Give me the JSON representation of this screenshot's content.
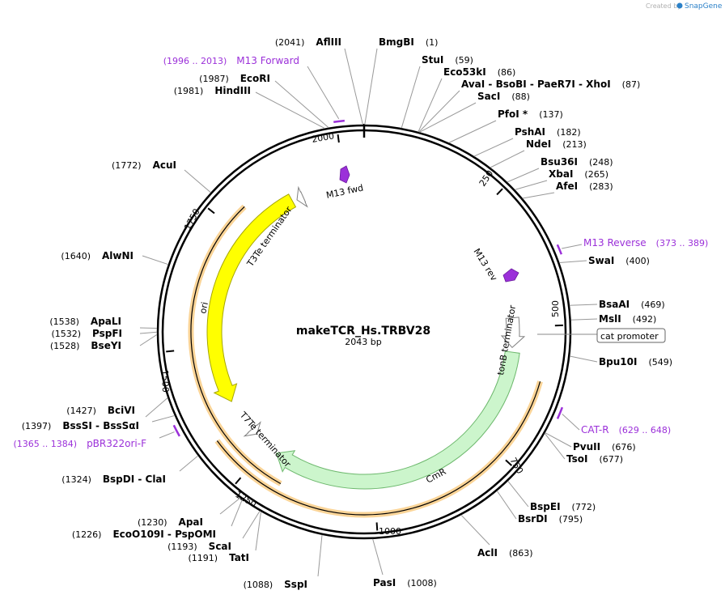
{
  "map": {
    "name": "makeTCR_Hs.TRBV28",
    "length_label": "2043 bp",
    "total_bp": 2043
  },
  "credit": {
    "prefix": "Created by",
    "brand": "SnapGene"
  },
  "ticks": [
    {
      "bp": 250,
      "label": "250"
    },
    {
      "bp": 500,
      "label": "500"
    },
    {
      "bp": 750,
      "label": "750"
    },
    {
      "bp": 1000,
      "label": "1000"
    },
    {
      "bp": 1250,
      "label": "1250"
    },
    {
      "bp": 1500,
      "label": "1500"
    },
    {
      "bp": 1750,
      "label": "1750"
    },
    {
      "bp": 2000,
      "label": "2000"
    }
  ],
  "sites": [
    {
      "name": "BmgBI",
      "pos": "(1)",
      "bp": 1
    },
    {
      "name": "AflIII",
      "pos": "(2041)",
      "bp": 2041
    },
    {
      "name": "StuI",
      "pos": "(59)",
      "bp": 59
    },
    {
      "name": "Eco53kI",
      "pos": "(86)",
      "bp": 86
    },
    {
      "name": "AvaI - BsoBI - PaeR7I - XhoI",
      "pos": "(87)",
      "bp": 87
    },
    {
      "name": "SacI",
      "pos": "(88)",
      "bp": 88
    },
    {
      "name": "PfoI *",
      "pos": "(137)",
      "bp": 137
    },
    {
      "name": "PshAI",
      "pos": "(182)",
      "bp": 182
    },
    {
      "name": "NdeI",
      "pos": "(213)",
      "bp": 213
    },
    {
      "name": "Bsu36I",
      "pos": "(248)",
      "bp": 248
    },
    {
      "name": "XbaI",
      "pos": "(265)",
      "bp": 265
    },
    {
      "name": "AfeI",
      "pos": "(283)",
      "bp": 283
    },
    {
      "name": "SwaI",
      "pos": "(400)",
      "bp": 400
    },
    {
      "name": "BsaAI",
      "pos": "(469)",
      "bp": 469
    },
    {
      "name": "MslI",
      "pos": "(492)",
      "bp": 492
    },
    {
      "name": "Bpu10I",
      "pos": "(549)",
      "bp": 549
    },
    {
      "name": "PvuII",
      "pos": "(676)",
      "bp": 676
    },
    {
      "name": "TsoI",
      "pos": "(677)",
      "bp": 677
    },
    {
      "name": "BspEI",
      "pos": "(772)",
      "bp": 772
    },
    {
      "name": "BsrDI",
      "pos": "(795)",
      "bp": 795
    },
    {
      "name": "AclI",
      "pos": "(863)",
      "bp": 863
    },
    {
      "name": "PasI",
      "pos": "(1008)",
      "bp": 1008
    },
    {
      "name": "SspI",
      "pos": "(1088)",
      "bp": 1088
    },
    {
      "name": "TatI",
      "pos": "(1191)",
      "bp": 1191
    },
    {
      "name": "ScaI",
      "pos": "(1193)",
      "bp": 1193
    },
    {
      "name": "EcoO109I - PspOMI",
      "pos": "(1226)",
      "bp": 1226
    },
    {
      "name": "ApaI",
      "pos": "(1230)",
      "bp": 1230
    },
    {
      "name": "BspDI - ClaI",
      "pos": "(1324)",
      "bp": 1324
    },
    {
      "name": "BssSI - BssSαI",
      "pos": "(1397)",
      "bp": 1397
    },
    {
      "name": "BciVI",
      "pos": "(1427)",
      "bp": 1427
    },
    {
      "name": "BseYI",
      "pos": "(1528)",
      "bp": 1528
    },
    {
      "name": "PspFI",
      "pos": "(1532)",
      "bp": 1532
    },
    {
      "name": "ApaLI",
      "pos": "(1538)",
      "bp": 1538
    },
    {
      "name": "AlwNI",
      "pos": "(1640)",
      "bp": 1640
    },
    {
      "name": "AcuI",
      "pos": "(1772)",
      "bp": 1772
    },
    {
      "name": "HindIII",
      "pos": "(1981)",
      "bp": 1981
    },
    {
      "name": "EcoRI",
      "pos": "(1987)",
      "bp": 1987
    }
  ],
  "primers": [
    {
      "name": "M13 Forward",
      "pos": "(1996 .. 2013)",
      "start": 1996,
      "end": 2013
    },
    {
      "name": "M13 Reverse",
      "pos": "(373 .. 389)",
      "start": 373,
      "end": 389
    },
    {
      "name": "CAT-R",
      "pos": "(629 .. 648)",
      "start": 629,
      "end": 648
    },
    {
      "name": "pBR322ori-F",
      "pos": "(1365 .. 1384)",
      "start": 1365,
      "end": 1384
    }
  ],
  "features": [
    {
      "name": "CmR",
      "type": "cds",
      "fill": "#ccf5cc",
      "stroke": "#6db86d"
    },
    {
      "name": "ori",
      "type": "origin",
      "fill": "#ffff00",
      "stroke": "#a6a600"
    },
    {
      "name": "T3Te terminator",
      "type": "terminator"
    },
    {
      "name": "tonB terminator",
      "type": "terminator"
    },
    {
      "name": "T7Te terminator",
      "type": "terminator"
    },
    {
      "name": "M13 fwd",
      "type": "primer-bind",
      "fill": "#9b30d9"
    },
    {
      "name": "M13 rev",
      "type": "primer-bind",
      "fill": "#9b30d9"
    },
    {
      "name": "cat promoter",
      "type": "promoter"
    }
  ],
  "colors": {
    "backbone": "#000000",
    "primer": "#9b30d9",
    "cmr_fill": "#ccf5cc",
    "ori_fill": "#ffff00",
    "highlight": "#f5b041"
  }
}
